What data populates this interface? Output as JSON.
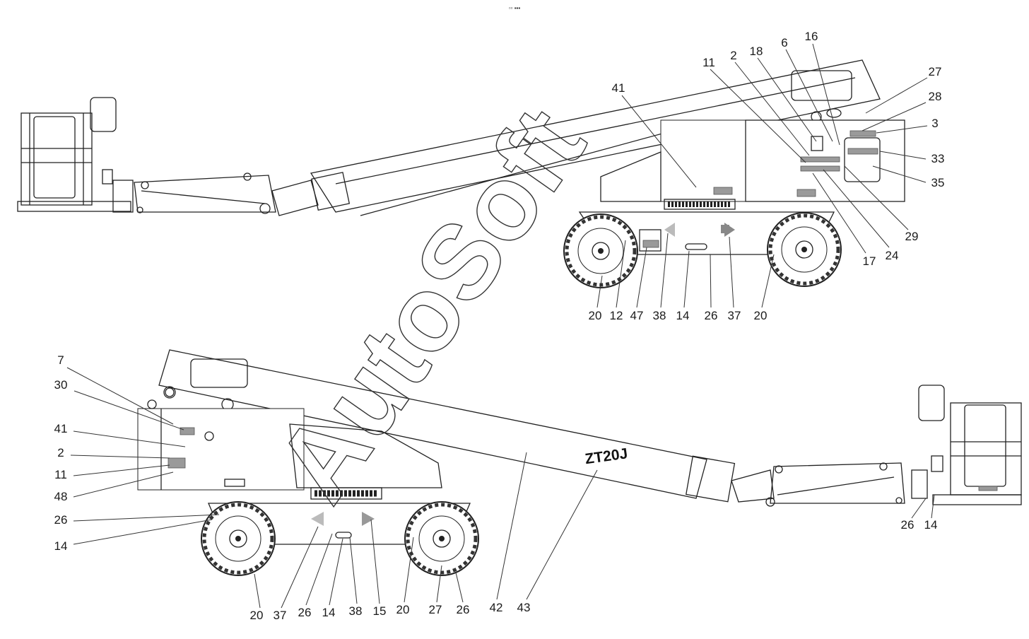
{
  "header_mark": "▫▫ ▪▪▪",
  "model_text": "ZT20J",
  "watermark_text": "AutoSoft",
  "top_view": {
    "callouts": [
      "41",
      "11",
      "2",
      "18",
      "6",
      "16",
      "27",
      "28",
      "3",
      "33",
      "35",
      "29",
      "24",
      "17",
      "20",
      "12",
      "47",
      "38",
      "14",
      "26",
      "37",
      "20"
    ]
  },
  "bottom_view": {
    "callouts": [
      "7",
      "30",
      "41",
      "2",
      "11",
      "48",
      "26",
      "14",
      "20",
      "37",
      "26",
      "14",
      "38",
      "15",
      "20",
      "27",
      "26",
      "42",
      "43",
      "26",
      "14"
    ]
  }
}
